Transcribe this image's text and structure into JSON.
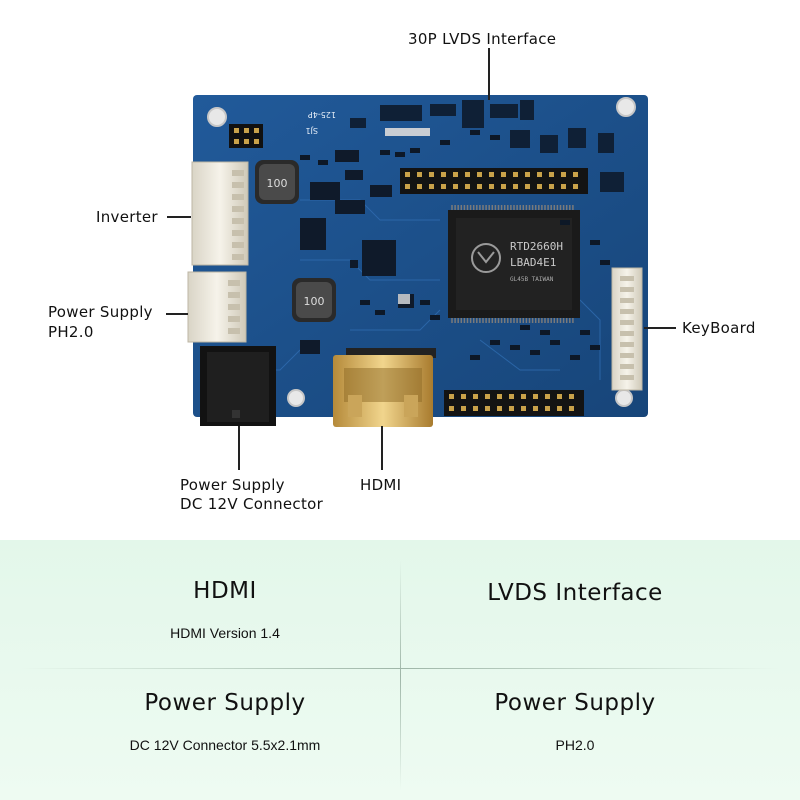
{
  "callouts": {
    "lvds": "30P LVDS Interface",
    "inverter": "Inverter",
    "power_ph_line1": "Power Supply",
    "power_ph_line2": "PH2.0",
    "keyboard": "KeyBoard",
    "power_dc_line1": "Power Supply",
    "power_dc_line2": "DC 12V Connector",
    "hdmi": "HDMI"
  },
  "board": {
    "chip_line1": "RTD2660H",
    "chip_line2": "LBAD4E1",
    "chip_line3": "GL45B TAIWAN",
    "inductor_top": "100",
    "inductor_bottom": "100",
    "silk_j1": "125-4P",
    "silk_sj": "SJ1"
  },
  "features": [
    {
      "title": "HDMI",
      "subtitle": "HDMI Version 1.4"
    },
    {
      "title": "LVDS Interface",
      "subtitle": ""
    },
    {
      "title": "Power Supply",
      "subtitle": "DC 12V Connector 5.5x2.1mm"
    },
    {
      "title": "Power Supply",
      "subtitle": "PH2.0"
    }
  ],
  "colors": {
    "pcb": "#1d4f8c",
    "panel_bg": "#e6f8ec"
  }
}
